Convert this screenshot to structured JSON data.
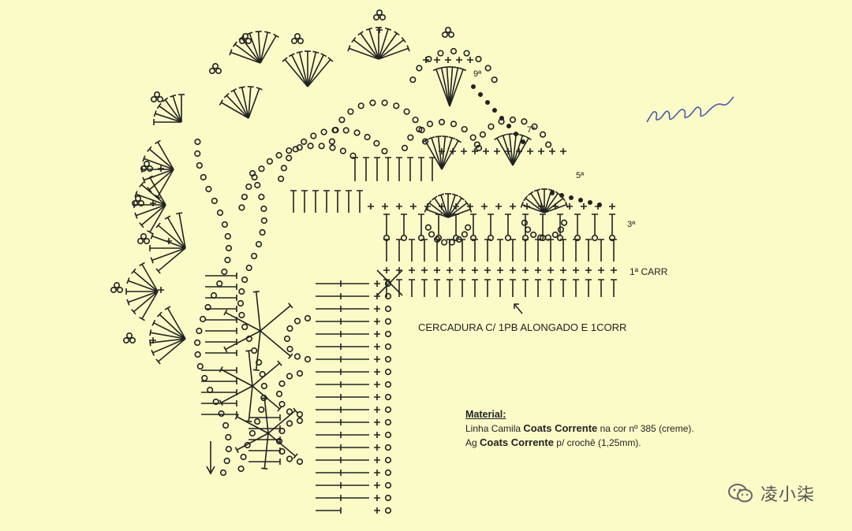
{
  "labels": {
    "row9": "9ª",
    "row7": "7ª",
    "row5": "5ª",
    "row3": "3ª",
    "row1": "1ª CARR",
    "border": "CERCADURA C/ 1PB ALONGADO E 1CORR"
  },
  "material": {
    "heading": "Material:",
    "line1_pre": "Linha Camila ",
    "line1_brand": "Coats Corrente",
    "line1_post": " na cor nº 385 (creme).",
    "line2_pre": "Ag ",
    "line2_brand": "Coats Corrente",
    "line2_post": " p/ crochê (1,25mm)."
  },
  "watermark": {
    "text": "凌小柒",
    "icon": "wechat-icon"
  },
  "signature": {
    "icon": "handwritten-signature-icon"
  },
  "colors": {
    "paper": "#fbfbc8",
    "ink": "#222222"
  }
}
